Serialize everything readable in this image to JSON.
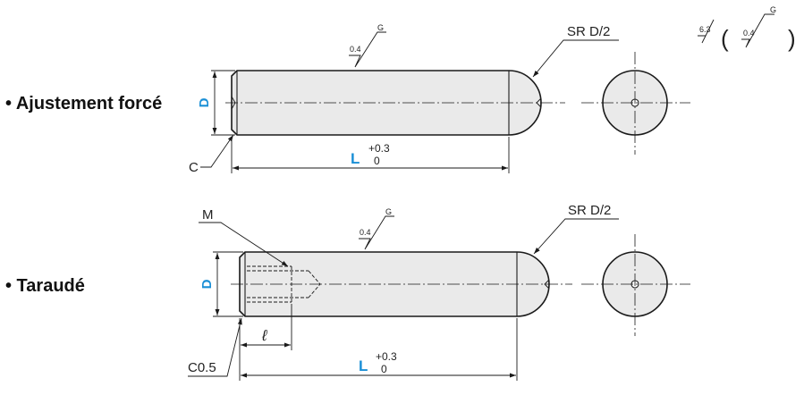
{
  "labels": {
    "press_fit": "• Ajustement forcé",
    "tapped": "• Taraudé"
  },
  "dims": {
    "D": "D",
    "L": "L",
    "tol_upper": "+0.3",
    "tol_lower": "0",
    "sr": "SR D/2",
    "chamfer_c": "C",
    "chamfer_c05": "C0.5",
    "thread_m": "M",
    "thread_len": "ℓ"
  },
  "surface": {
    "roughness_04": "0.4",
    "roughness_63": "6.3",
    "grind": "G",
    "paren_open": "(",
    "paren_close": ")"
  },
  "colors": {
    "accent": "#1a8fd6",
    "part_fill": "#eaeaea"
  }
}
